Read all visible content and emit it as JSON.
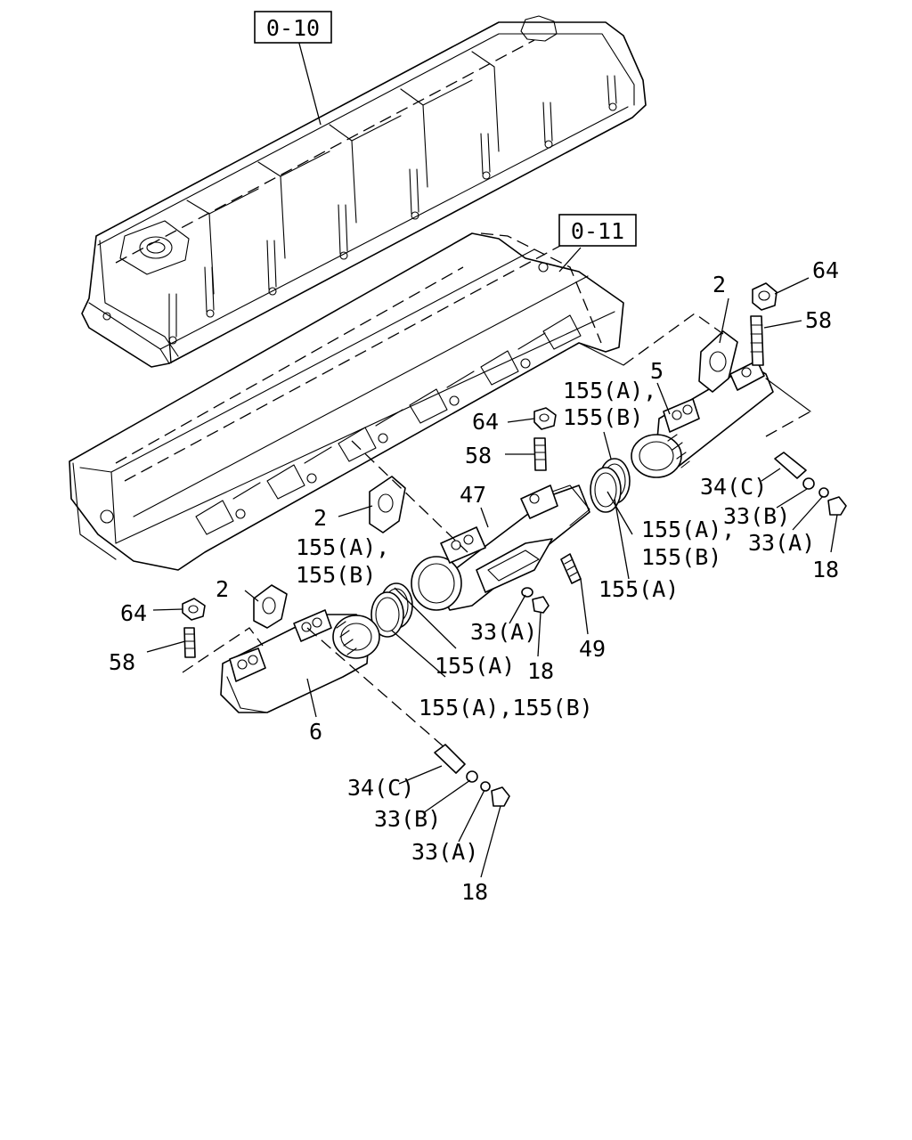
{
  "refs": {
    "head_cover": "0-10",
    "cylinder_head": "0-11"
  },
  "parts": {
    "p2": "2",
    "p5": "5",
    "p6": "6",
    "p18": "18",
    "p33a": "33(A)",
    "p33b": "33(B)",
    "p34c": "34(C)",
    "p47": "47",
    "p49": "49",
    "p58": "58",
    "p64": "64",
    "p155a": "155(A)",
    "p155b": "155(B)",
    "p155a_comma": "155(A),",
    "p155ab": "155(A),155(B)"
  }
}
